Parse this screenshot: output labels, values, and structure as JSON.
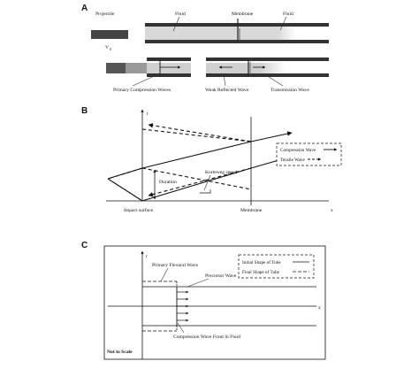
{
  "panels": {
    "a": {
      "letter": "A",
      "labels": {
        "projectile": "Projectile",
        "velocity": "V",
        "velocity_sub": "0",
        "fluid_left": "Fluid",
        "membrane": "Membrane",
        "fluid_right": "Fluid",
        "primary_compression": "Primary Compression Waves",
        "weak_reflected": "Weak Reflected Wave",
        "transmission": "Transmission Wave"
      }
    },
    "b": {
      "letter": "B",
      "labels": {
        "t_axis": "t",
        "x_axis": "x",
        "korteweg": "Korteweg speed",
        "duration": "Duration",
        "impact_surface": "Impact surface",
        "membrane": "Membrane"
      },
      "legend": {
        "compression": "Compression Wave",
        "tensile": "Tensile Wave"
      }
    },
    "c": {
      "letter": "C",
      "labels": {
        "r_axis": "r",
        "x_axis": "x",
        "primary_flexural": "Primary Flexural Wave",
        "precursor": "Precursor Wave",
        "compression_front": "Compression Wave Front in Fluid",
        "not_to_scale": "Not to Scale"
      },
      "legend": {
        "initial": "Initial Shape of Tube",
        "final": "Final Shape of Tube"
      }
    }
  }
}
